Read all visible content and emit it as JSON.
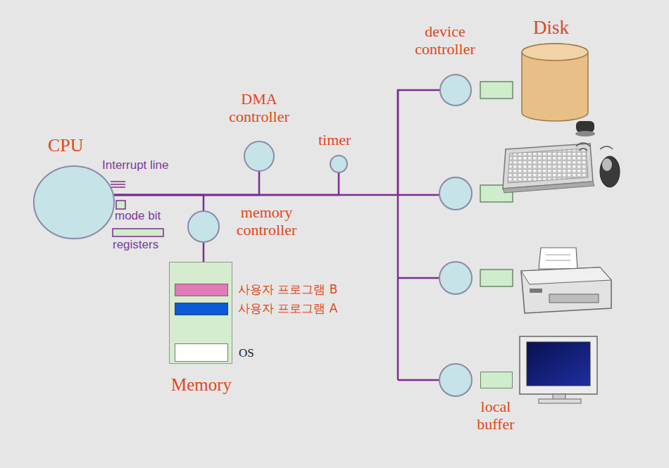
{
  "diagram": {
    "nodes": [
      {
        "text": [
          "CPU"
        ]
      },
      {
        "text": [
          "DMA controller"
        ]
      },
      {
        "text": [
          "timer"
        ]
      },
      {
        "text": [
          "memory controller"
        ]
      },
      {
        "text": [
          "Memory"
        ]
      },
      {
        "text": [
          "사용자 프로그램 B"
        ],
        "in": 4
      },
      {
        "text": [
          "사용자 프로그램 A"
        ],
        "in": 4
      },
      {
        "text": [
          "OS"
        ],
        "in": 4
      },
      {
        "text": [
          "device controller"
        ]
      },
      {
        "text": [
          "Disk"
        ]
      },
      {
        "text": [
          "local buffer"
        ]
      }
    ],
    "edges": [
      {
        "from": 0,
        "to": 1,
        "arrow": "none"
      },
      {
        "from": 0,
        "to": 2,
        "arrow": "none"
      },
      {
        "from": 0,
        "to": 3,
        "arrow": "none"
      },
      {
        "from": 3,
        "to": 4,
        "arrow": "none"
      },
      {
        "from": 0,
        "to": 8,
        "arrow": "none"
      }
    ],
    "labels": [
      "Interrupt line",
      "mode bit",
      "registers"
    ]
  }
}
